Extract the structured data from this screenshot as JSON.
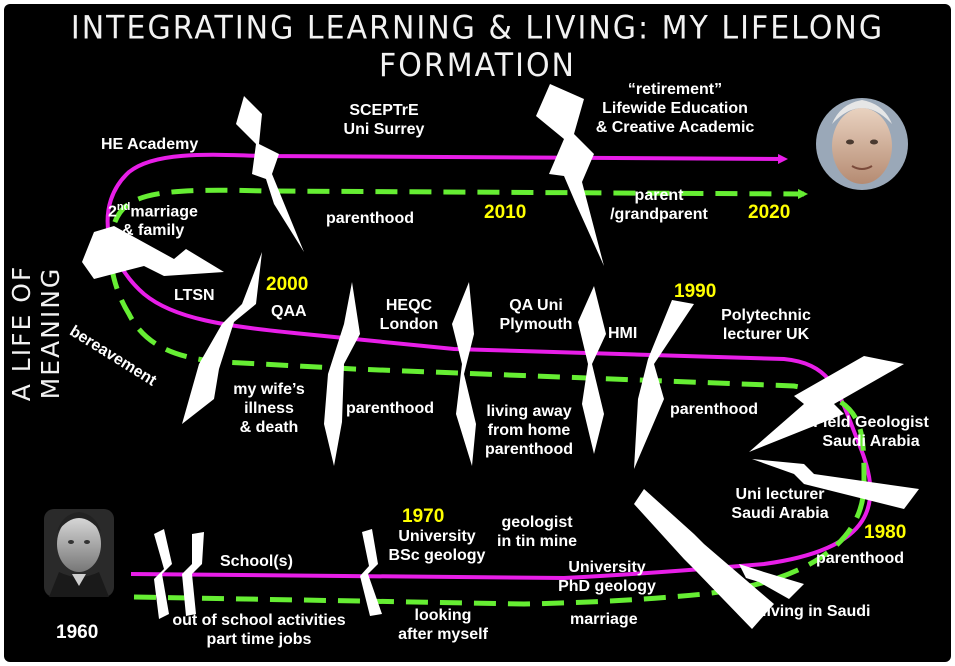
{
  "title": "INTEGRATING LEARNING & LIVING: MY LIFELONG FORMATION",
  "side_title": "A LIFE OF MEANING",
  "colors": {
    "background": "#000000",
    "learning_line": "#e81ee8",
    "living_line": "#66ee33",
    "years": "#ffff00",
    "text": "#ffffff"
  },
  "years": {
    "y1960": "1960",
    "y1970": "1970",
    "y1980": "1980",
    "y1990": "1990",
    "y2000": "2000",
    "y2010": "2010",
    "y2020": "2020"
  },
  "labels": {
    "he_academy": "HE Academy",
    "scepter": "SCEPTrE",
    "uni_surrey": "Uni Surrey",
    "retirement": "“retirement”",
    "lifewide": "Lifewide Education",
    "creative": "& Creative Academic",
    "marriage2_a": "2",
    "marriage2_sup": "nd",
    "marriage2_b": "marriage",
    "family": "& family",
    "parenthood_top": "parenthood",
    "parent_a": "parent",
    "parent_b": "/grandparent",
    "ltsn": "LTSN",
    "qaa": "QAA",
    "heqc_a": "HEQC",
    "heqc_b": "London",
    "qa_uni_a": "QA Uni",
    "qa_uni_b": "Plymouth",
    "hmi": "HMI",
    "poly_a": "Polytechnic",
    "poly_b": "lecturer UK",
    "bereavement": "bereavement",
    "wife_a": "my wife’s",
    "wife_b": "illness",
    "wife_c": "& death",
    "parenthood_mid1": "parenthood",
    "away_a": "living away",
    "away_b": "from home",
    "away_c": "parenthood",
    "parenthood_mid2": "parenthood",
    "field_geo_a": "Field Geologist",
    "field_geo_b": "Saudi Arabia",
    "uni_lect_a": "Uni lecturer",
    "uni_lect_b": "Saudi Arabia",
    "parenthood_1980": "parenthood",
    "school": "School(s)",
    "university_a": "University",
    "university_b": "BSc geology",
    "geologist_a": "geologist",
    "geologist_b": "in tin mine",
    "phd_a": "University",
    "phd_b": "PhD geology",
    "living_saudi": "living in Saudi",
    "out_of_school_a": "out of school activities",
    "out_of_school_b": "part time jobs",
    "looking_a": "looking",
    "looking_b": "after myself",
    "marriage": "marriage"
  }
}
